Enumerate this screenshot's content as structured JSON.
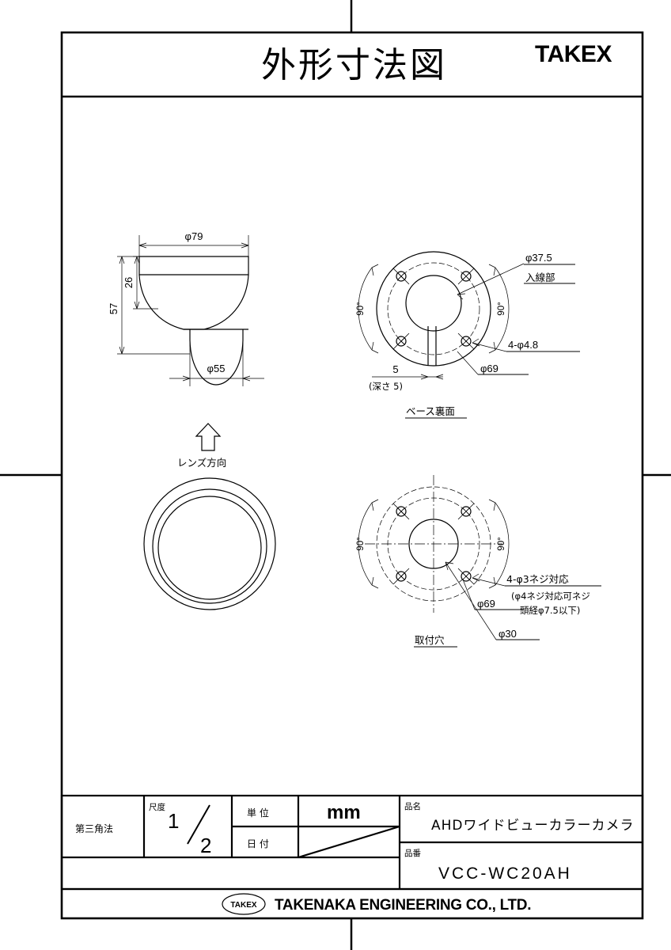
{
  "header": {
    "title": "外形寸法図",
    "brand": "TAKEX"
  },
  "views": {
    "side": {
      "name": "side-elevation",
      "dims": {
        "top_diameter": "φ79",
        "bottom_diameter": "φ55",
        "overall_height": "57",
        "upper_height": "26"
      }
    },
    "base_back": {
      "name": "base-back-view",
      "caption": "ベース裏面",
      "dims": {
        "entry_hole": "φ37.5",
        "entry_hole_label": "入線部",
        "screw_holes": "4-φ4.8",
        "bolt_circle": "φ69",
        "slot_width": "5",
        "slot_depth": "(深さ 5)",
        "angle_left": "90°",
        "angle_right": "90°"
      }
    },
    "bottom_lens": {
      "name": "bottom-lens-view",
      "arrow_label": "レンズ方向"
    },
    "mount_holes": {
      "name": "mounting-hole-view",
      "caption": "取付穴",
      "dims": {
        "center_hole": "φ30",
        "bolt_circle": "φ69",
        "screw_spec": "4-φ3ネジ対応",
        "screw_note_line1": "(φ4ネジ対応可ネジ",
        "screw_note_line2": "頭経φ7.5以下)",
        "angle_left": "90°",
        "angle_right": "90°"
      }
    }
  },
  "title_block": {
    "projection": "第三角法",
    "scale_label": "尺度",
    "scale_num": "1",
    "scale_den": "2",
    "unit_label": "単 位",
    "unit_value": "mm",
    "date_label": "日 付",
    "date_value": "",
    "product_name_label": "品名",
    "product_name": "AHDワイドビューカラーカメラ",
    "part_no_label": "品番",
    "part_no": "VCC-WC20AH"
  },
  "footer": {
    "logo_text": "TAKEX",
    "company": "TAKENAKA ENGINEERING CO., LTD."
  }
}
